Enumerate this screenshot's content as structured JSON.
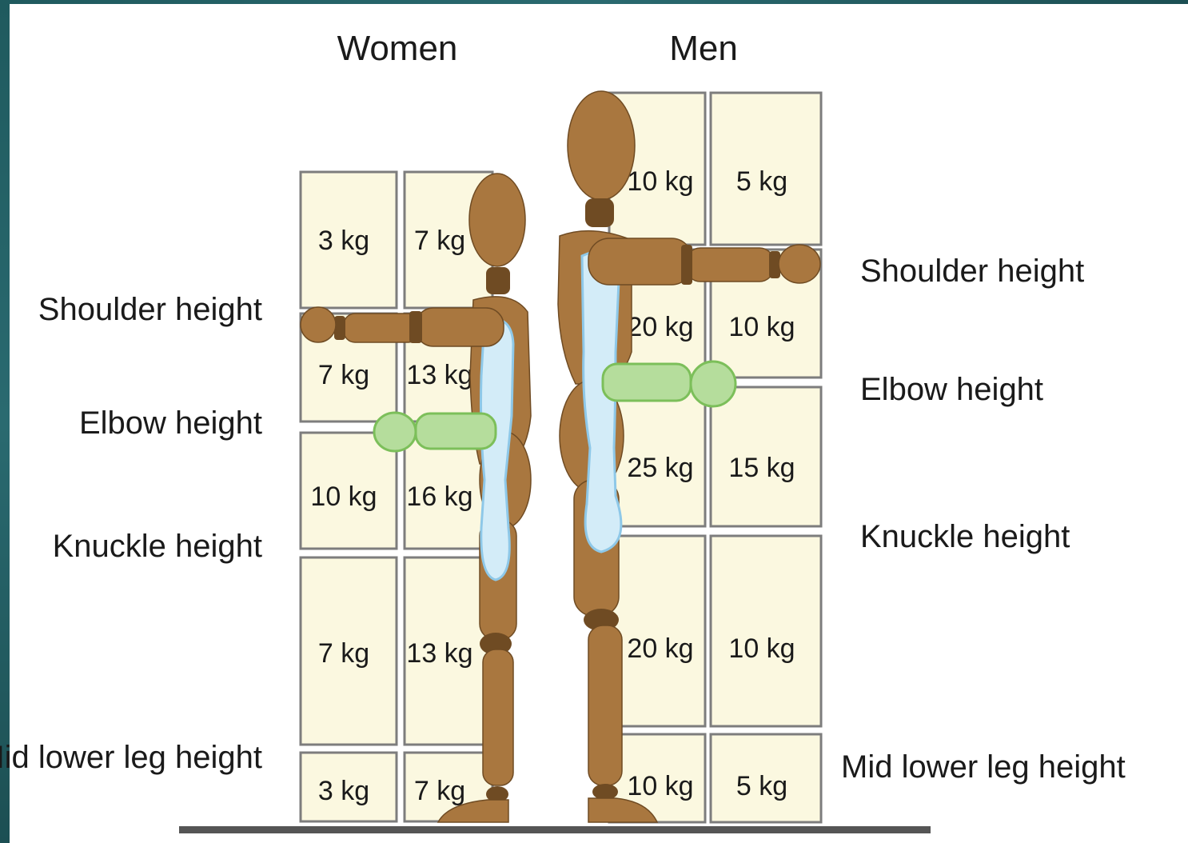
{
  "headings": {
    "women": "Women",
    "men": "Men"
  },
  "levels": {
    "shoulder": "Shoulder height",
    "elbow": "Elbow height",
    "knuckle": "Knuckle height",
    "mid_lower_leg": "Mid lower leg height"
  },
  "women": {
    "zones": [
      {
        "zone": "above shoulder",
        "left": "3 kg",
        "right": "7 kg"
      },
      {
        "zone": "shoulder to elbow",
        "left": "7 kg",
        "right": "13 kg"
      },
      {
        "zone": "elbow to knuckle",
        "left": "10 kg",
        "right": "16 kg"
      },
      {
        "zone": "knuckle to mid lower leg",
        "left": "7 kg",
        "right": "13 kg"
      },
      {
        "zone": "below mid lower leg",
        "left": "3 kg",
        "right": "7 kg"
      }
    ]
  },
  "men": {
    "zones": [
      {
        "zone": "above shoulder",
        "left": "10 kg",
        "right": "5 kg"
      },
      {
        "zone": "shoulder to elbow",
        "left": "20 kg",
        "right": "10 kg"
      },
      {
        "zone": "elbow to knuckle",
        "left": "25 kg",
        "right": "15 kg"
      },
      {
        "zone": "knuckle to mid lower leg",
        "left": "20 kg",
        "right": "10 kg"
      },
      {
        "zone": "below mid lower leg",
        "left": "10 kg",
        "right": "5 kg"
      }
    ]
  },
  "colors": {
    "box_fill": "#fbf8e0",
    "box_stroke": "#7d7d7d",
    "mannequin": "#a9773f",
    "mannequin_dark": "#6f4b23",
    "highlight_zone": "#d3ecf8",
    "highlight_stroke": "#8ec8e8",
    "forearm": "#b5dd9c",
    "forearm_stroke": "#7cbf5a",
    "floor": "#555555"
  }
}
